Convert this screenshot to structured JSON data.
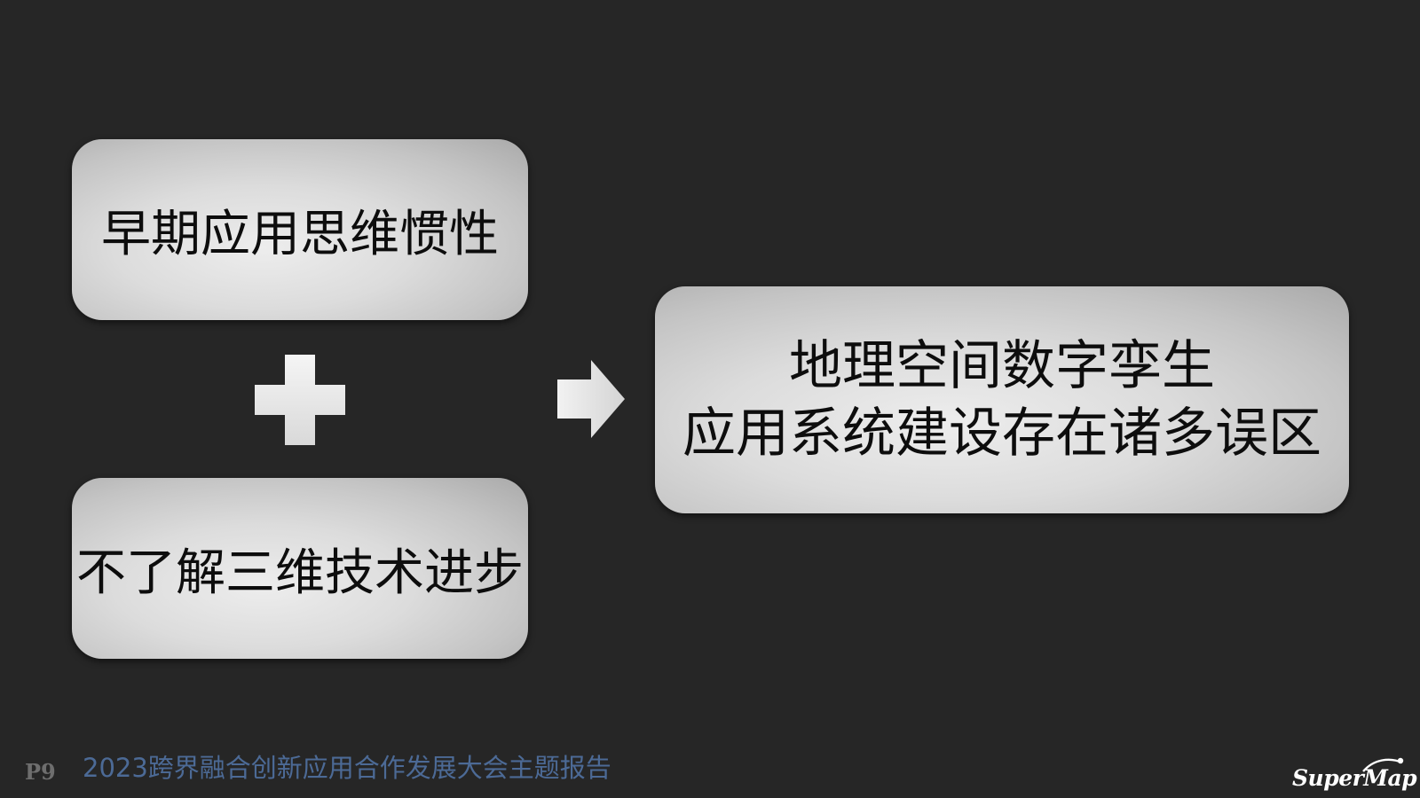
{
  "boxes": {
    "top_text": "早期应用思维惯性",
    "bottom_text": "不了解三维技术进步",
    "result_line1": "地理空间数字孪生",
    "result_line2": "应用系统建设存在诸多误区"
  },
  "icons": {
    "plus": "plus-icon",
    "arrow": "arrow-right-icon"
  },
  "footer": {
    "page_number": "P9",
    "title": "2023跨界融合创新应用合作发展大会主题报告",
    "logo_text": "SuperMap"
  },
  "colors": {
    "background": "#262626",
    "footer_title": "#4c6a96",
    "box_text": "#0d0d0d"
  }
}
